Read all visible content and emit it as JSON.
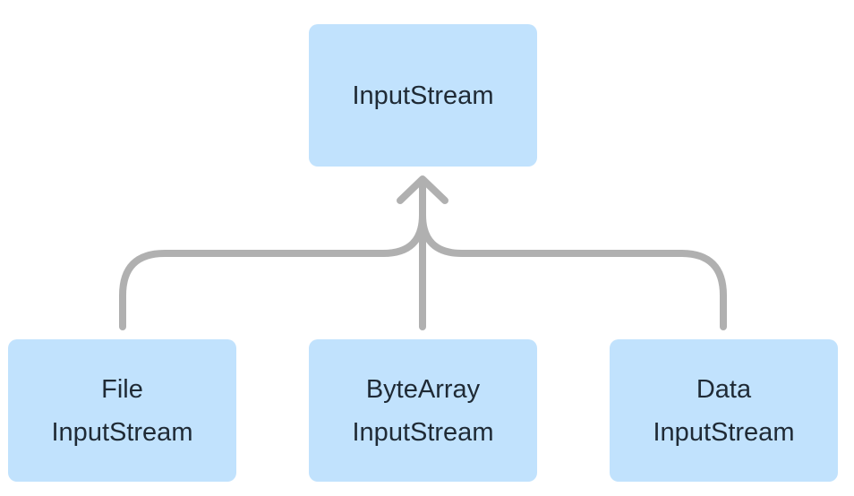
{
  "diagram": {
    "type": "inheritance-tree",
    "colors": {
      "node_fill": "#c1e2fd",
      "connector": "#b0b0b0",
      "text": "#1f2a35"
    },
    "parent": {
      "label": "InputStream"
    },
    "children": [
      {
        "line1": "File",
        "line2": "InputStream"
      },
      {
        "line1": "ByteArray",
        "line2": "InputStream"
      },
      {
        "line1": "Data",
        "line2": "InputStream"
      }
    ]
  }
}
